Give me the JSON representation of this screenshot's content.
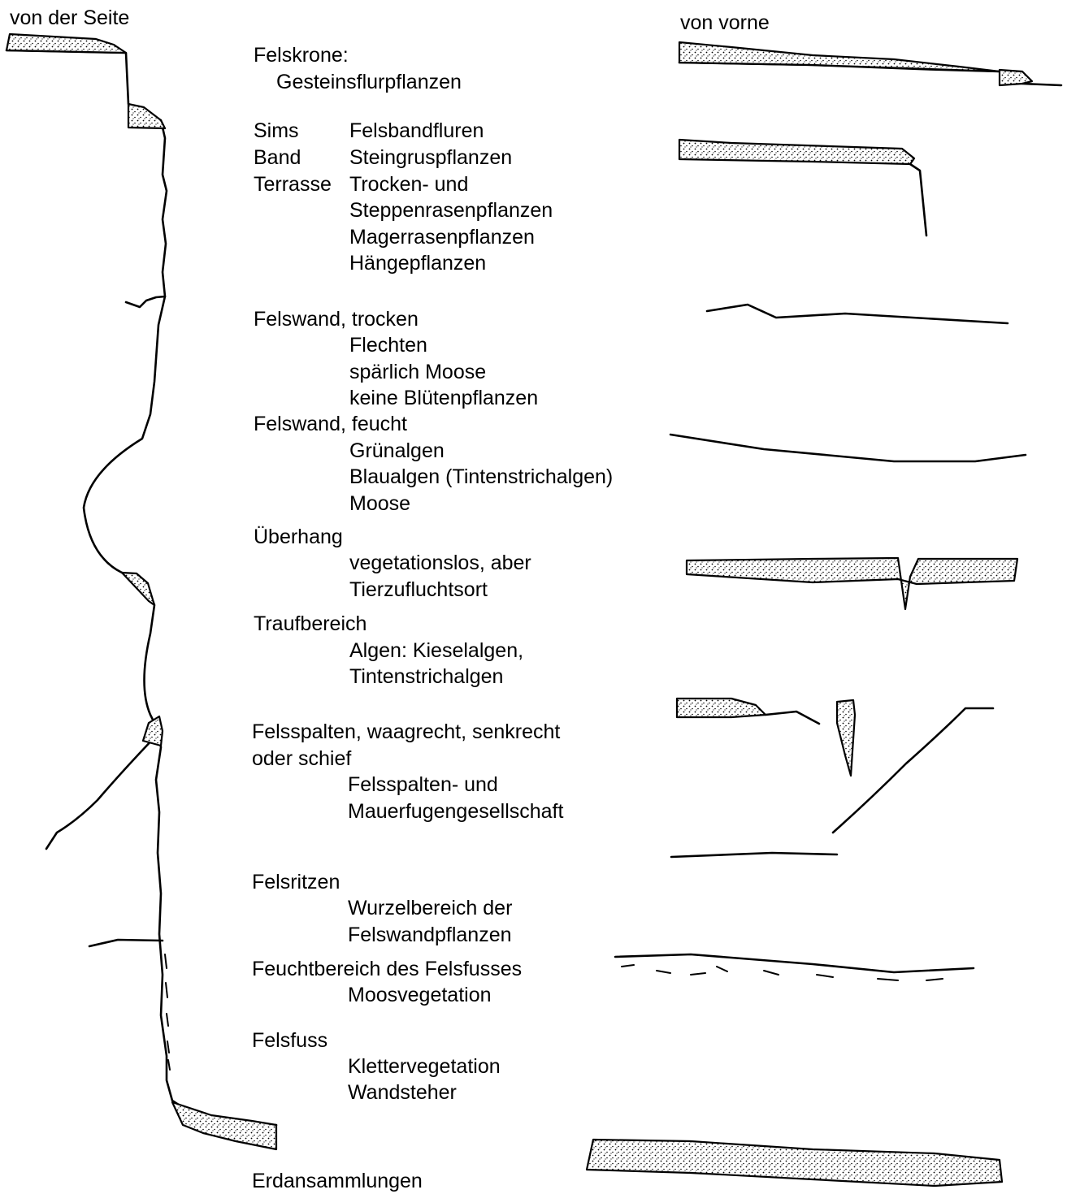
{
  "headings": {
    "side": "von der Seite",
    "front": "von vorne"
  },
  "zones": [
    {
      "title": "Felskrone:",
      "items": [
        "Gesteinsflurpflanzen"
      ]
    },
    {
      "terms": [
        "Sims",
        "Band",
        "Terrasse"
      ],
      "items": [
        "Felsbandfluren",
        "Steingruspflanzen",
        "Trocken- und",
        "Steppenrasenpflanzen",
        "Magerrasenpflanzen",
        "Hängepflanzen"
      ]
    },
    {
      "title": "Felswand, trocken",
      "items": [
        "Flechten",
        "spärlich Moose",
        "keine Blütenpflanzen"
      ]
    },
    {
      "title": "Felswand, feucht",
      "items": [
        "Grünalgen",
        "Blaualgen (Tintenstrichalgen)",
        "Moose"
      ]
    },
    {
      "title": "Überhang",
      "items": [
        "vegetationslos, aber",
        "Tierzufluchtsort"
      ]
    },
    {
      "title": "Traufbereich",
      "items": [
        "Algen: Kieselalgen,",
        "Tintenstrichalgen"
      ]
    },
    {
      "title": "Felsspalten, waagrecht, senkrecht",
      "title2": "oder schief",
      "items": [
        "Felsspalten- und",
        "Mauerfugengesellschaft"
      ]
    },
    {
      "title": "Felsritzen",
      "items": [
        "Wurzelbereich der",
        "Felswandpflanzen"
      ]
    },
    {
      "title": "Feuchtbereich des Felsfusses",
      "items": [
        "Moosvegetation"
      ]
    },
    {
      "title": "Felsfuss",
      "items": [
        "Klettervegetation",
        "Wandsteher"
      ]
    },
    {
      "title": "Erdansammlungen",
      "items": []
    }
  ]
}
